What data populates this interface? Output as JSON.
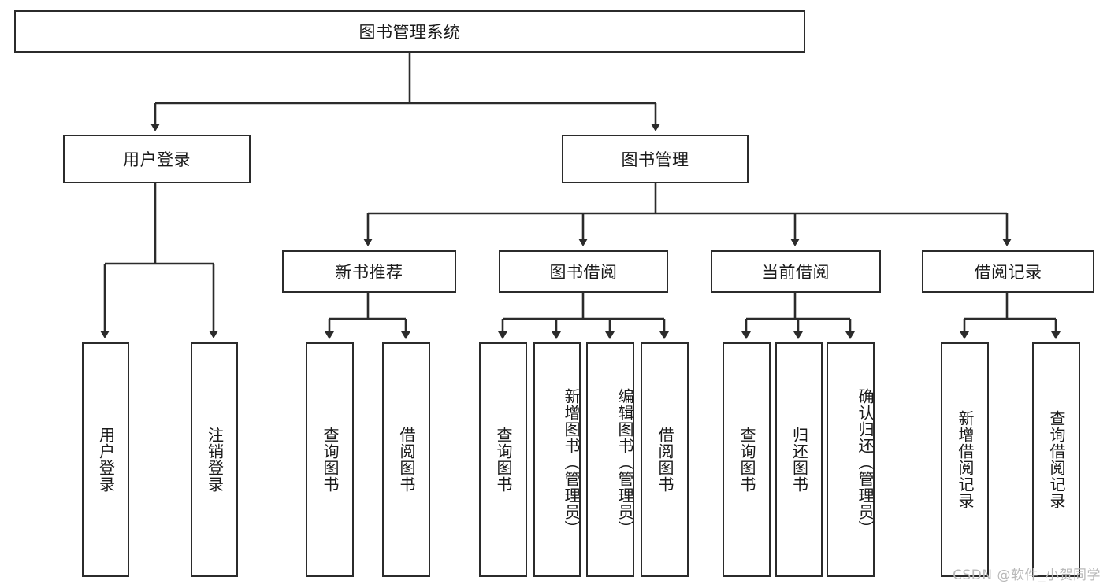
{
  "diagram": {
    "title": "图书管理系统",
    "type": "tree-hierarchy",
    "levels": 4,
    "colors": {
      "stroke": "#2b2b2b",
      "fill": "#ffffff",
      "text": "#1a1a1a",
      "watermark": "#b9b9b9"
    },
    "root": {
      "label": "图书管理系统"
    },
    "level2": [
      {
        "label": "用户登录"
      },
      {
        "label": "图书管理"
      }
    ],
    "level3": [
      {
        "label": "新书推荐"
      },
      {
        "label": "图书借阅"
      },
      {
        "label": "当前借阅"
      },
      {
        "label": "借阅记录"
      }
    ],
    "leaves": [
      {
        "label": "用户登录",
        "parent": "用户登录"
      },
      {
        "label": "注销登录",
        "parent": "用户登录"
      },
      {
        "label": "查询图书",
        "parent": "新书推荐"
      },
      {
        "label": "借阅图书",
        "parent": "新书推荐"
      },
      {
        "label": "查询图书",
        "parent": "图书借阅"
      },
      {
        "label": "新增图书（管理员）",
        "parent": "图书借阅"
      },
      {
        "label": "编辑图书（管理员）",
        "parent": "图书借阅"
      },
      {
        "label": "借阅图书",
        "parent": "图书借阅"
      },
      {
        "label": "查询图书",
        "parent": "当前借阅"
      },
      {
        "label": "归还图书",
        "parent": "当前借阅"
      },
      {
        "label": "确认归还（管理员）",
        "parent": "当前借阅"
      },
      {
        "label": "新增借阅记录",
        "parent": "借阅记录"
      },
      {
        "label": "查询借阅记录",
        "parent": "借阅记录"
      }
    ]
  },
  "watermark": {
    "text": "CSDN @软件_小贺同学"
  }
}
